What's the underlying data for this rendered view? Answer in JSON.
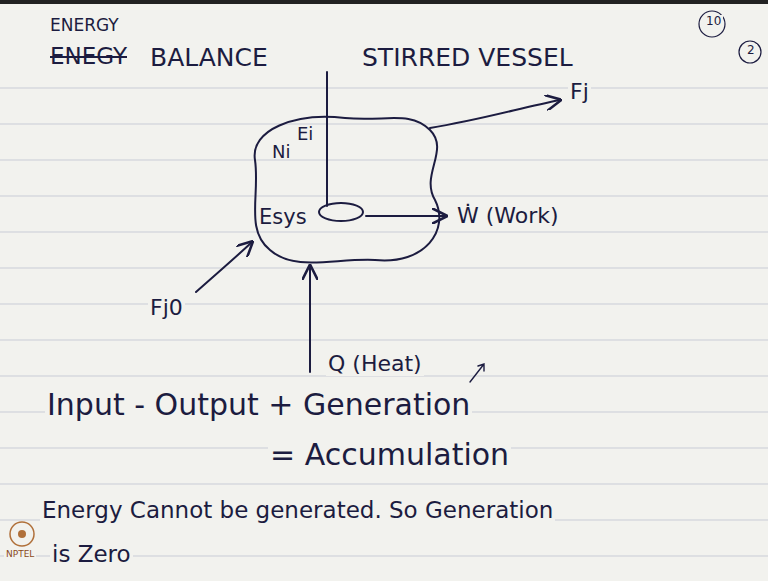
{
  "diagram": {
    "nodes": [
      {
        "text": [
          "Ni",
          "Ei",
          "Esys"
        ]
      }
    ],
    "labels": [
      "10",
      "2",
      "ENERGY",
      "ENEGY",
      "BALANCE",
      "STIRRED VESSEL",
      "Fj",
      "Ẇ (Work)",
      "Fj0",
      "Q (Heat)",
      "Input - Output + Generation",
      "= Accumulation",
      "Energy Cannot be generated. So Generation",
      "is Zero",
      "NPTEL"
    ]
  }
}
